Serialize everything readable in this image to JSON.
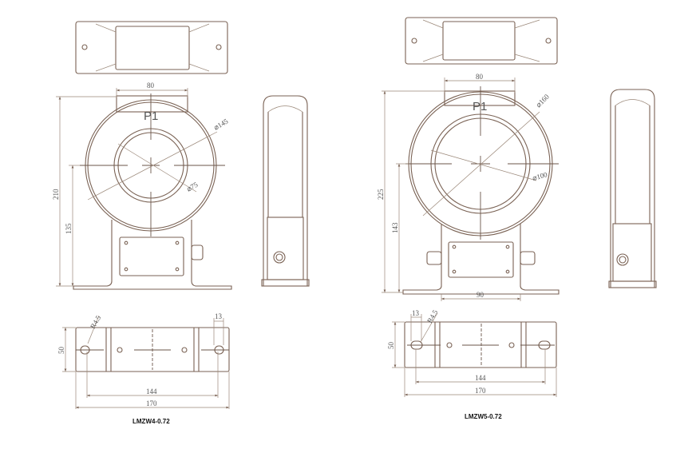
{
  "drawings": [
    {
      "model": "LMZW4-0.72",
      "terminal_label": "P1",
      "dims": {
        "top_width": "80",
        "outer_diameter": "⌀145",
        "inner_diameter": "⌀75",
        "overall_height": "210",
        "center_height": "135",
        "slot_radius": "R4.5",
        "slot_width": "13",
        "base_depth": "50",
        "hole_spacing": "144",
        "base_length": "170"
      }
    },
    {
      "model": "LMZW5-0.72",
      "terminal_label": "P1",
      "dims": {
        "top_width": "80",
        "outer_diameter": "⌀160",
        "inner_diameter": "⌀100",
        "overall_height": "225",
        "center_height": "143",
        "stand_width": "90",
        "slot_radius": "R4.5",
        "slot_width": "13",
        "base_depth": "50",
        "hole_spacing": "144",
        "base_length": "170"
      }
    }
  ]
}
